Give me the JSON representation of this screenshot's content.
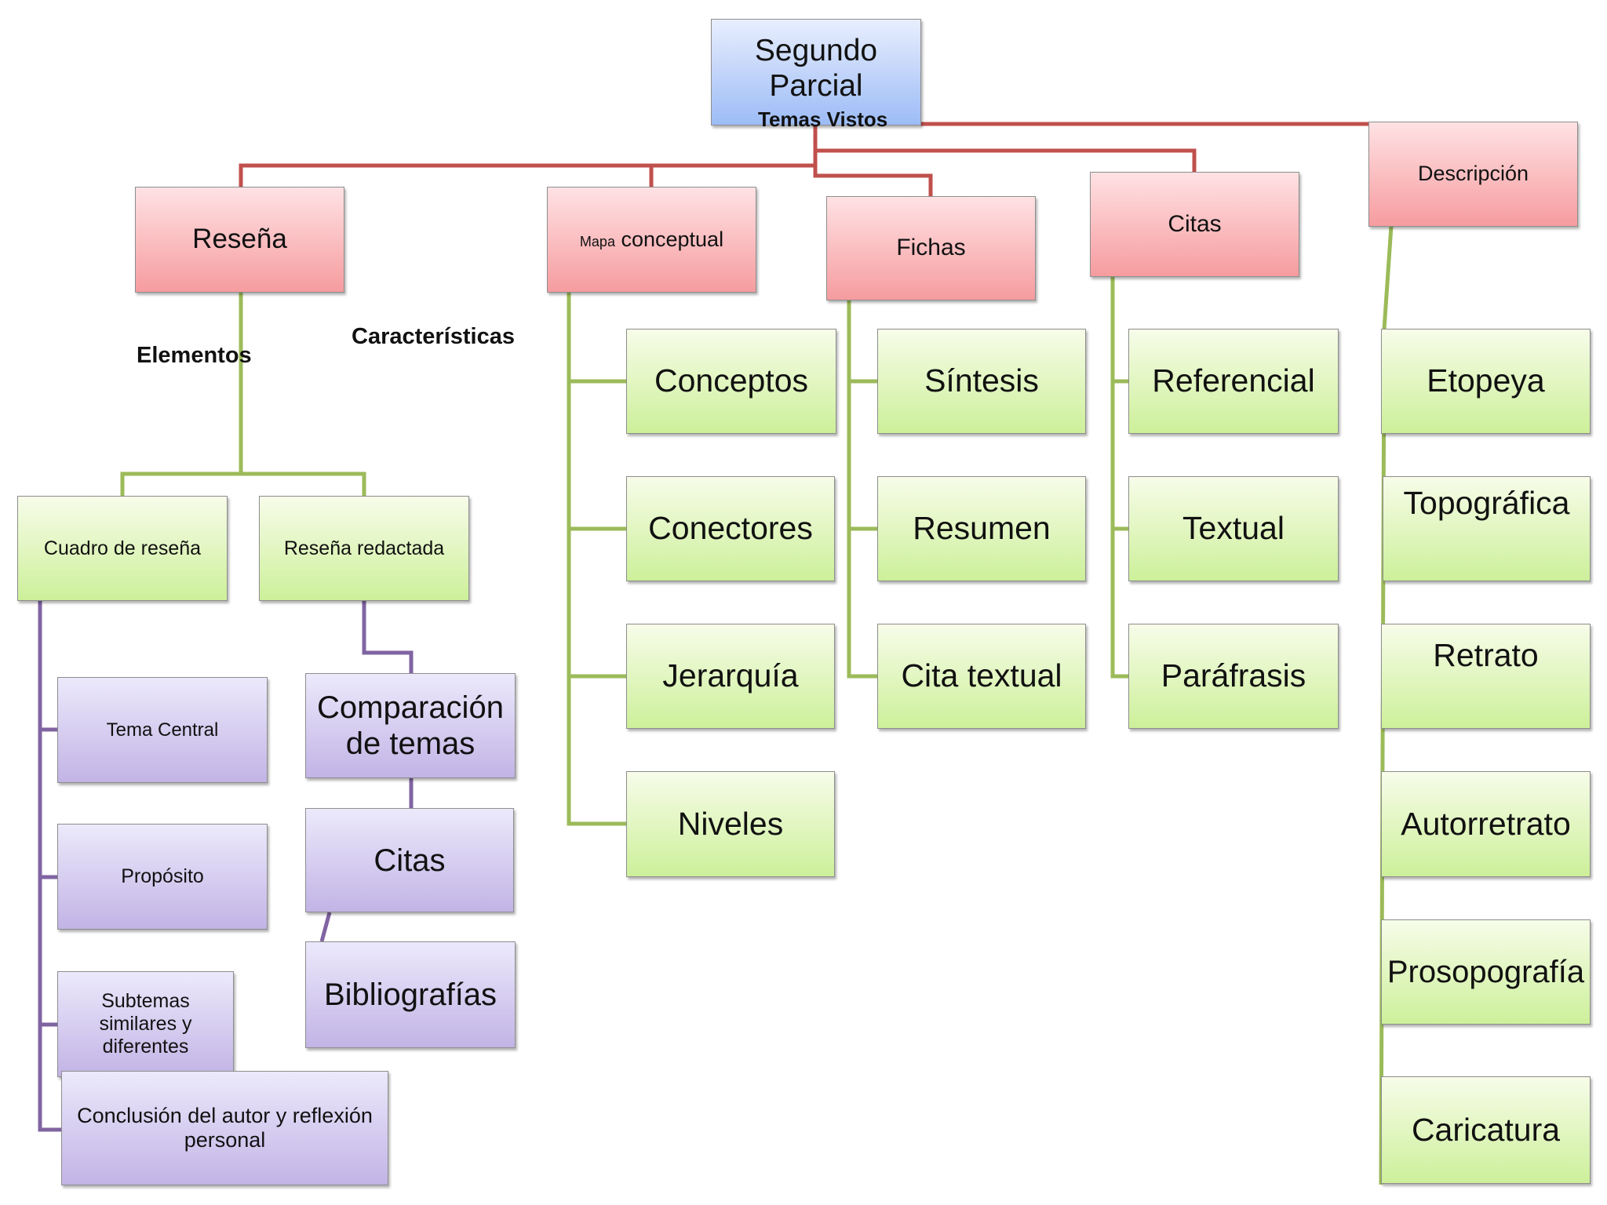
{
  "root": {
    "title": "Segundo Parcial",
    "subtitle": "Temas Vistos"
  },
  "labels": {
    "elementos": "Elementos",
    "caracteristicas": "Características"
  },
  "categories": {
    "resena": "Reseña",
    "mapa_small": "Mapa",
    "mapa_big": "conceptual",
    "fichas": "Fichas",
    "citas": "Citas",
    "descripcion": "Descripción"
  },
  "resena_types": [
    "Cuadro de reseña",
    "Reseña redactada"
  ],
  "cuadro_items": [
    "Tema Central",
    "Propósito",
    "Subtemas similares y diferentes",
    "Conclusión del autor y reflexión personal"
  ],
  "redactada_items": [
    "Comparación de temas",
    "Citas",
    "Bibliografías"
  ],
  "mapa_items": [
    "Conceptos",
    "Conectores",
    "Jerarquía",
    "Niveles"
  ],
  "fichas_items": [
    "Síntesis",
    "Resumen",
    "Cita textual"
  ],
  "citas_items": [
    "Referencial",
    "Textual",
    "Paráfrasis"
  ],
  "descripcion_items": [
    "Etopeya",
    "Topográfica",
    "Retrato",
    "Autorretrato",
    "Prosopografía",
    "Caricatura"
  ],
  "colors": {
    "red_line": "#c0504d",
    "green_line": "#9bbb59",
    "purple_line": "#8064a2"
  }
}
